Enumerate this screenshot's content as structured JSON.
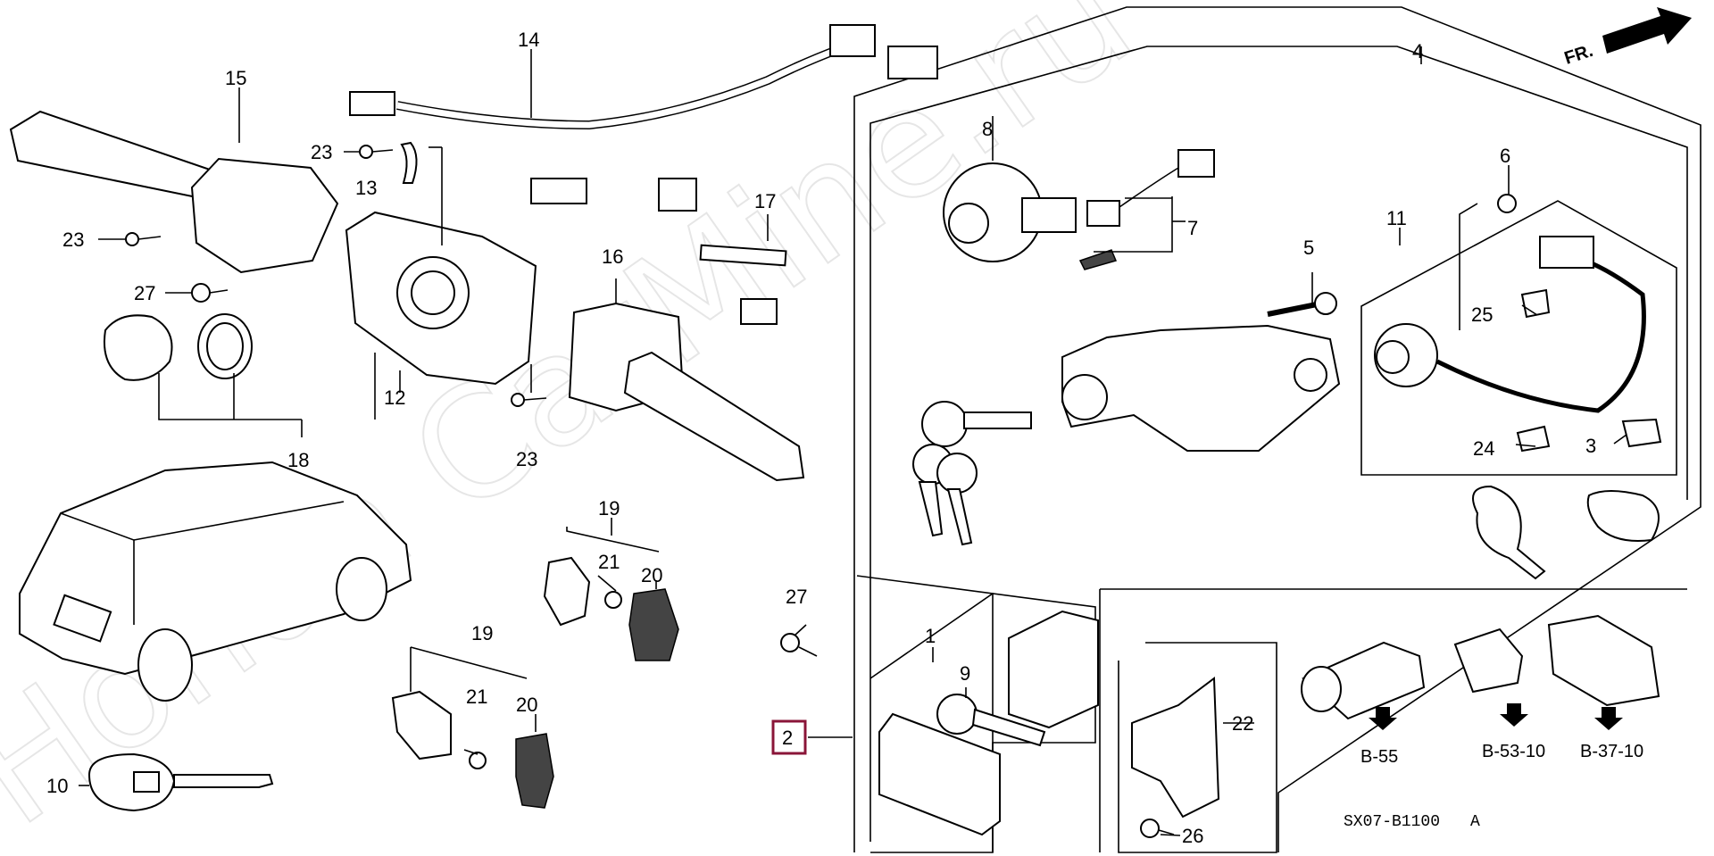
{
  "watermark": "Honda CarMine.ru",
  "direction_label": "FR.",
  "diagram_code": "SX07-B1100",
  "diagram_rev": "A",
  "callouts": {
    "n1": "1",
    "n2": "2",
    "n3": "3",
    "n4": "4",
    "n5": "5",
    "n6": "6",
    "n7": "7",
    "n8": "8",
    "n9": "9",
    "n10": "10",
    "n11": "11",
    "n12": "12",
    "n13": "13",
    "n14": "14",
    "n15": "15",
    "n16": "16",
    "n17": "17",
    "n18": "18",
    "n19a": "19",
    "n19b": "19",
    "n20a": "20",
    "n20b": "20",
    "n21a": "21",
    "n21b": "21",
    "n22": "22",
    "n23a": "23",
    "n23b": "23",
    "n23c": "23",
    "n24": "24",
    "n25": "25",
    "n26": "26",
    "n27a": "27",
    "n27b": "27"
  },
  "page_refs": {
    "b55": "B-55",
    "b5310": "B-53-10",
    "b3710": "B-37-10"
  },
  "colors": {
    "highlight_box": "#8a1538",
    "ink": "#000000"
  }
}
